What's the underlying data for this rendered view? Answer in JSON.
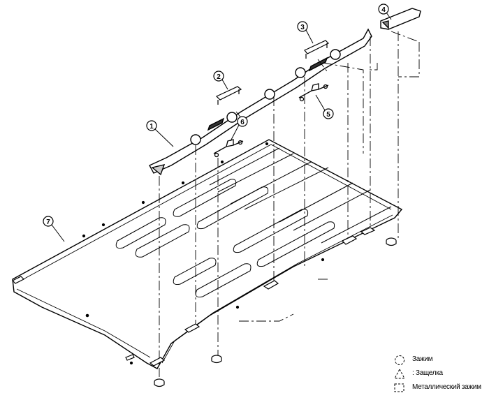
{
  "callouts": [
    {
      "number": "1"
    },
    {
      "number": "2"
    },
    {
      "number": "3"
    },
    {
      "number": "4"
    },
    {
      "number": "5"
    },
    {
      "number": "6"
    },
    {
      "number": "7"
    }
  ],
  "legend": {
    "clip": "Зажим",
    "latch": ": Защелка",
    "metal_clip": "Металлический зажим"
  }
}
